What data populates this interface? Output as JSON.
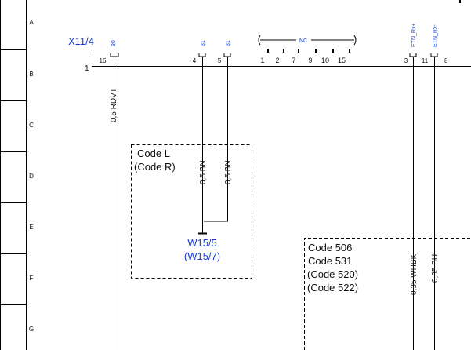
{
  "row_markers": [
    "A",
    "B",
    "C",
    "D",
    "E",
    "F",
    "G"
  ],
  "connector": {
    "name": "X11/4",
    "ground_node": "1",
    "pin_numbers": [
      "16",
      "4",
      "5"
    ],
    "pin_signals": [
      "30",
      "31",
      "31"
    ],
    "nc_label": "NC",
    "nc_pins": [
      "1",
      "2",
      "7",
      "9",
      "10",
      "15"
    ],
    "right_pin_numbers": [
      "3",
      "11",
      "8"
    ],
    "right_pin_signals": [
      "ETN_Rx+",
      "ETN_Rx-"
    ]
  },
  "wires": {
    "w16": "0,5 RDVT",
    "w4": "0,5 BN",
    "w5": "0,5 BN",
    "w3": "0,35 WHBK",
    "w11": "0,35 BU"
  },
  "box1": {
    "codes": [
      "Code L",
      "(Code R)"
    ],
    "splice": [
      "W15/5",
      "(W15/7)"
    ]
  },
  "box2": {
    "codes": [
      "Code 506",
      "Code 531",
      "(Code 520)",
      "(Code 522)"
    ]
  },
  "colors": {
    "text": "#111111",
    "link": "#1b3fd0",
    "line": "#000000"
  }
}
